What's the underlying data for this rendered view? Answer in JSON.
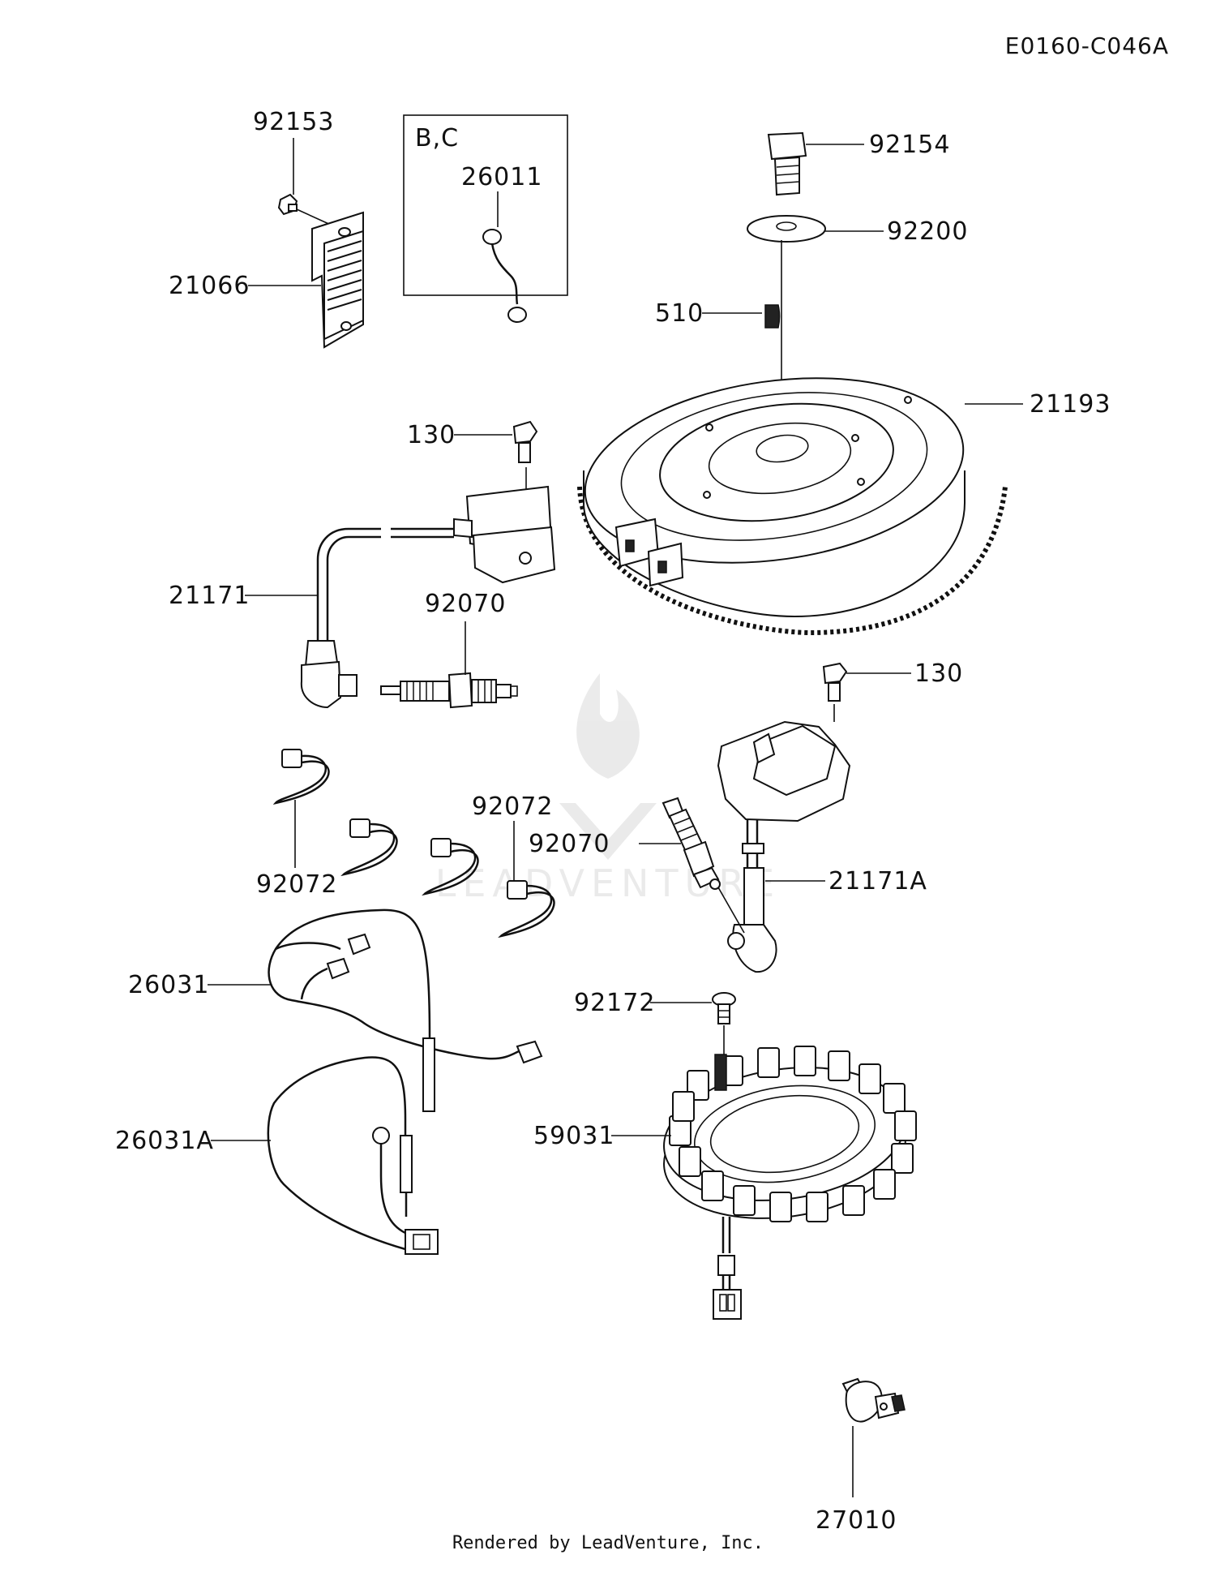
{
  "diagram_code": "E0160-C046A",
  "footer": "Rendered by LeadVenture, Inc.",
  "inset_label": "B,C",
  "watermark_text": "LEADVENTURE",
  "callouts": {
    "c92153": "92153",
    "c21066": "21066",
    "c26011": "26011",
    "c92154": "92154",
    "c92200": "92200",
    "c510": "510",
    "c21193": "21193",
    "c130a": "130",
    "c21171": "21171",
    "c92070a": "92070",
    "c130b": "130",
    "c92072a": "92072",
    "c92072b": "92072",
    "c92070b": "92070",
    "c21171A": "21171A",
    "c26031": "26031",
    "c92172": "92172",
    "c26031A": "26031A",
    "c59031": "59031",
    "c27010": "27010"
  }
}
